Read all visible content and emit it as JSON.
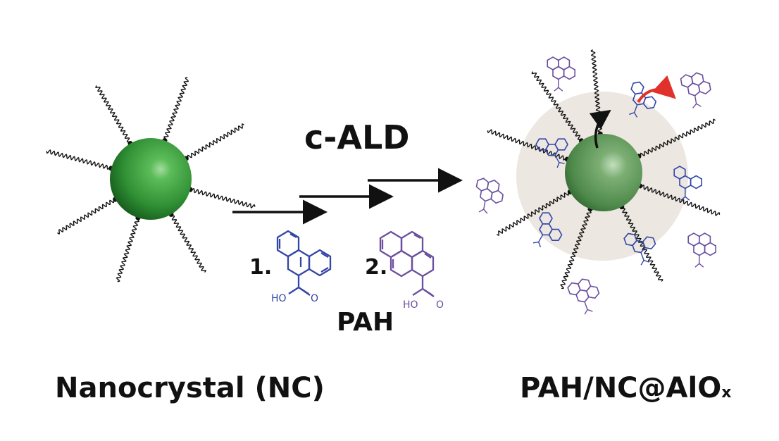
{
  "labels": {
    "nanocrystal": "Nanocrystal (NC)",
    "process": "c-ALD",
    "pah": "PAH",
    "step1": "1.",
    "step2": "2.",
    "hydroxyl": "HO",
    "carbonyl": "O",
    "product_main": "PAH/NC@AlO",
    "product_sub": "x"
  },
  "colors": {
    "core": "#3a9a3e",
    "shell": "#ece7e1",
    "molecule1": "#3346a6",
    "molecule2": "#6b4ea0",
    "arrow": "#111111",
    "red_arrow": "#e0322a"
  }
}
